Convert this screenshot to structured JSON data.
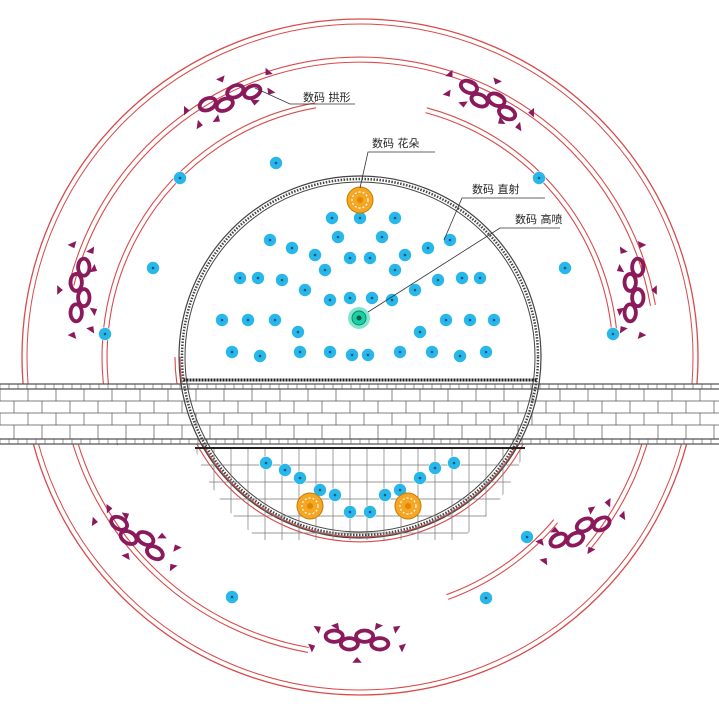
{
  "labels": {
    "arch": "数码 拱形",
    "flower": "数码 花朵",
    "direct": "数码 直射",
    "high": "数码 高喷"
  },
  "legend_items": [
    {
      "key": "arch",
      "name": "arch-jet-label"
    },
    {
      "key": "flower",
      "name": "flower-jet-label"
    },
    {
      "key": "direct",
      "name": "direct-jet-label"
    },
    {
      "key": "high",
      "name": "high-jet-label"
    }
  ],
  "colors": {
    "ring": "#d94a4a",
    "wall": "#444444",
    "nozzle": "#29b6e8",
    "nozzle_core": "#0d5d80",
    "arch": "#8a1a5c",
    "flower": "#f5a623",
    "high": "#19d1a6",
    "brick": "#555555",
    "grid": "#777777"
  }
}
